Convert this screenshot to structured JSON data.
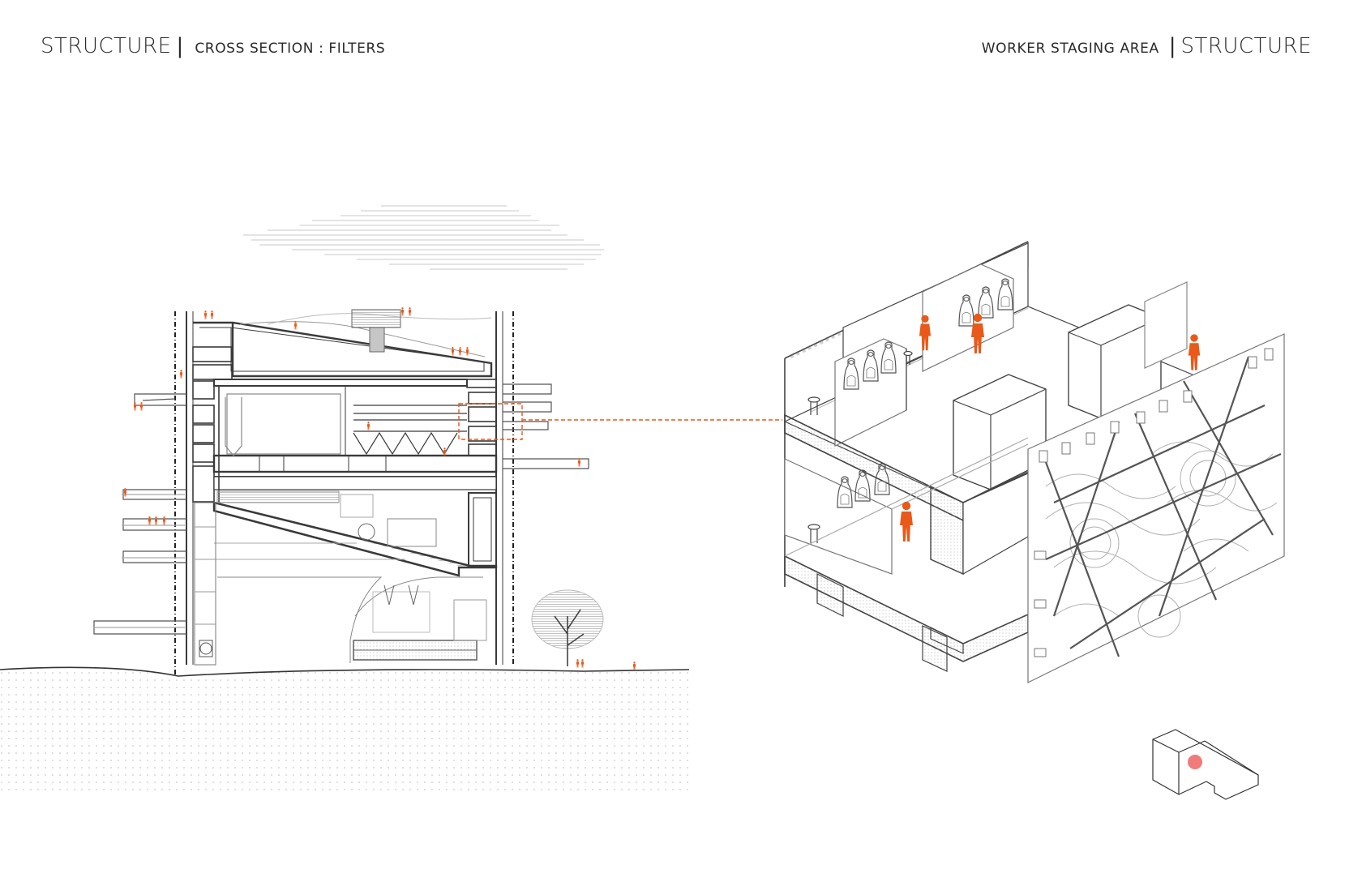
{
  "header_left": {
    "main": "STRUCTURE",
    "separator": "|",
    "sub": "CROSS SECTION : FILTERS"
  },
  "header_right": {
    "sub": "WORKER STAGING AREA",
    "separator": "|",
    "main": "STRUCTURE"
  },
  "colors": {
    "accent": "#e8591a",
    "line": "#3a3a3a",
    "light_line": "#9a9a9a",
    "key_dot": "#f07b78"
  },
  "icons": [
    "cross-section-drawing",
    "axonometric-drawing",
    "tree-icon",
    "key-plan-icon",
    "human-figure-icon"
  ]
}
